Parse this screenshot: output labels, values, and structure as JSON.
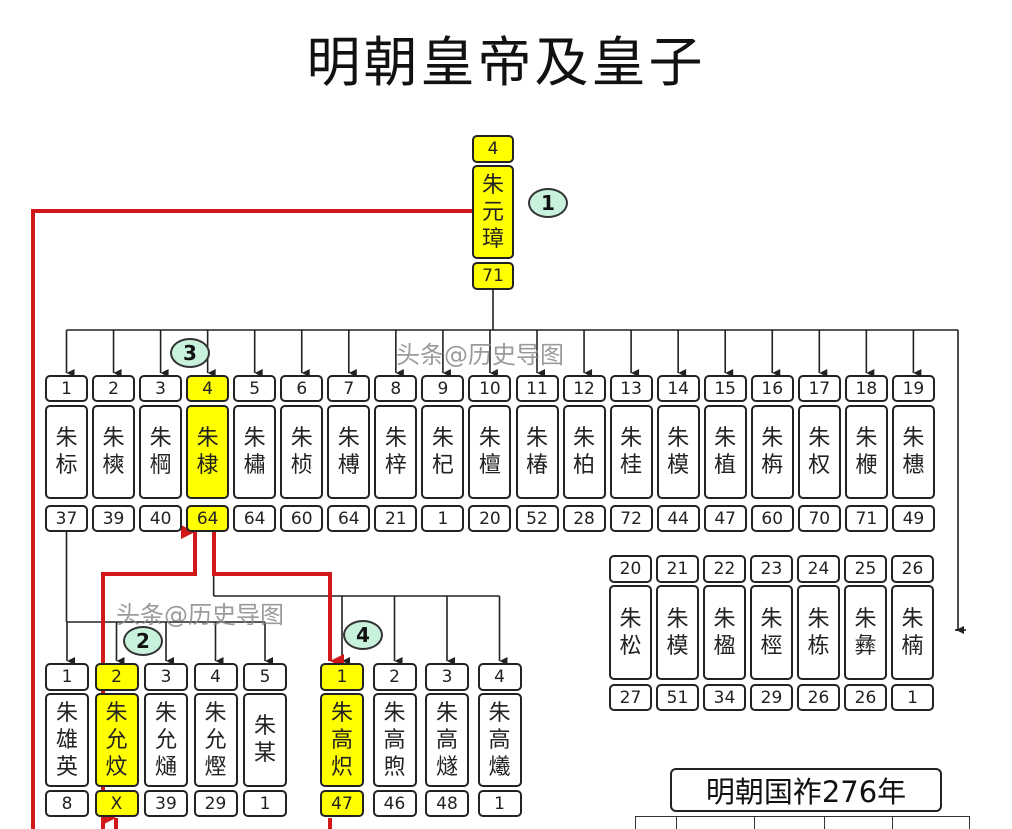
{
  "title": "明朝皇帝及皇子",
  "watermark": "头条@历史导图",
  "summary": "明朝国祚276年",
  "colors": {
    "highlight": "#ffff00",
    "succession_line": "#d01818",
    "badge": "#c9f2dc"
  },
  "emperor": {
    "rank": "4",
    "name": "朱元璋",
    "age": "71"
  },
  "steps": [
    "1",
    "2",
    "3",
    "4"
  ],
  "sons_row1": [
    {
      "rank": "1",
      "name": "朱标",
      "age": "37"
    },
    {
      "rank": "2",
      "name": "朱樉",
      "age": "39"
    },
    {
      "rank": "3",
      "name": "朱棡",
      "age": "40"
    },
    {
      "rank": "4",
      "name": "朱棣",
      "age": "64",
      "highlight": true
    },
    {
      "rank": "5",
      "name": "朱橚",
      "age": "64"
    },
    {
      "rank": "6",
      "name": "朱桢",
      "age": "60"
    },
    {
      "rank": "7",
      "name": "朱榑",
      "age": "64"
    },
    {
      "rank": "8",
      "name": "朱梓",
      "age": "21"
    },
    {
      "rank": "9",
      "name": "朱杞",
      "age": "1"
    },
    {
      "rank": "10",
      "name": "朱檀",
      "age": "20"
    },
    {
      "rank": "11",
      "name": "朱椿",
      "age": "52"
    },
    {
      "rank": "12",
      "name": "朱柏",
      "age": "28"
    },
    {
      "rank": "13",
      "name": "朱桂",
      "age": "72"
    },
    {
      "rank": "14",
      "name": "朱模",
      "age": "44"
    },
    {
      "rank": "15",
      "name": "朱植",
      "age": "47"
    },
    {
      "rank": "16",
      "name": "朱栴",
      "age": "60"
    },
    {
      "rank": "17",
      "name": "朱权",
      "age": "70"
    },
    {
      "rank": "18",
      "name": "朱楩",
      "age": "71"
    },
    {
      "rank": "19",
      "name": "朱橞",
      "age": "49"
    }
  ],
  "sons_row2": [
    {
      "rank": "20",
      "name": "朱松",
      "age": "27"
    },
    {
      "rank": "21",
      "name": "朱模",
      "age": "51"
    },
    {
      "rank": "22",
      "name": "朱楹",
      "age": "34"
    },
    {
      "rank": "23",
      "name": "朱桱",
      "age": "29"
    },
    {
      "rank": "24",
      "name": "朱栋",
      "age": "26"
    },
    {
      "rank": "25",
      "name": "朱彝",
      "age": "26"
    },
    {
      "rank": "26",
      "name": "朱楠",
      "age": "1"
    }
  ],
  "grandsons_biao": [
    {
      "rank": "1",
      "name": "朱雄英",
      "age": "8"
    },
    {
      "rank": "2",
      "name": "朱允炆",
      "age": "X",
      "highlight": true
    },
    {
      "rank": "3",
      "name": "朱允熥",
      "age": "39"
    },
    {
      "rank": "4",
      "name": "朱允熞",
      "age": "29"
    },
    {
      "rank": "5",
      "name": "朱某",
      "age": "1"
    }
  ],
  "grandsons_di": [
    {
      "rank": "1",
      "name": "朱高炽",
      "age": "47",
      "highlight": true
    },
    {
      "rank": "2",
      "name": "朱高煦",
      "age": "46"
    },
    {
      "rank": "3",
      "name": "朱高燧",
      "age": "48"
    },
    {
      "rank": "4",
      "name": "朱高爔",
      "age": "1"
    }
  ]
}
